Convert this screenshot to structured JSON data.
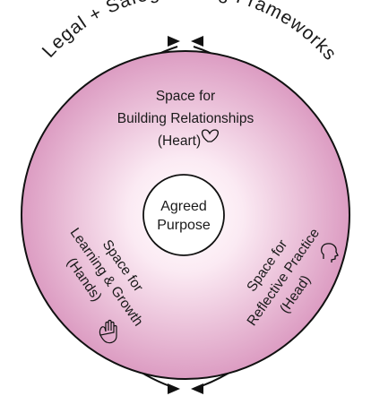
{
  "outer_ring": {
    "label": "Legal + Safeguarding Frameworks"
  },
  "top_space": {
    "line1": "Space for",
    "line2": "Building Relationships",
    "line3": "(Heart)",
    "icon": "heart-icon"
  },
  "left_space": {
    "line1": "Space for",
    "line2": "Learning & Growth",
    "line3": "(Hands)",
    "icon": "hands-icon"
  },
  "right_space": {
    "line1": "Space for",
    "line2": "Reflective Practice",
    "line3": "(Head)",
    "icon": "head-icon"
  },
  "center": {
    "line1": "Agreed",
    "line2": "Purpose"
  },
  "colors": {
    "gradient_center": "#ffffff",
    "gradient_edge": "#dd9fc4",
    "stroke": "#111111"
  }
}
